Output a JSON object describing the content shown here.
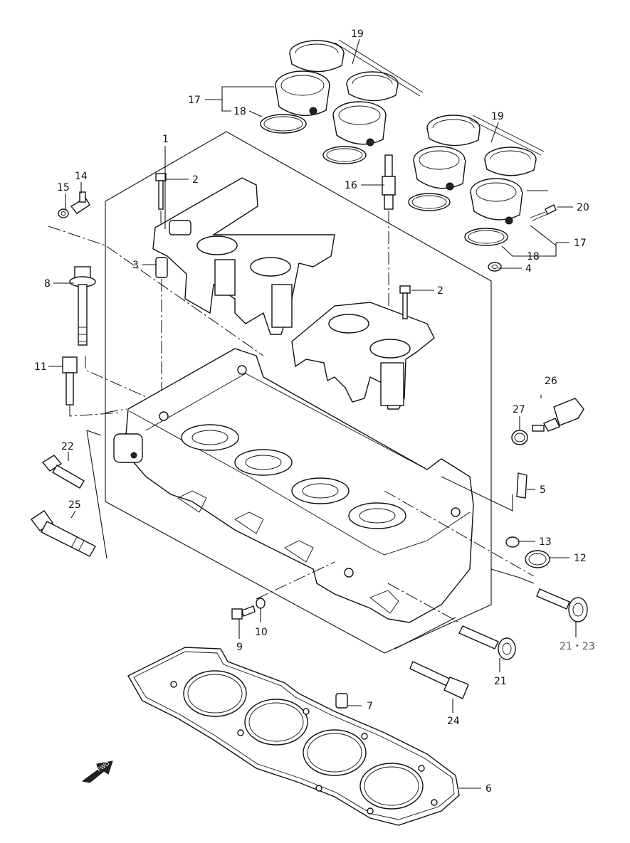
{
  "callouts": {
    "c1": "1",
    "c2a": "2",
    "c2b": "2",
    "c3": "3",
    "c4": "4",
    "c5": "5",
    "c6": "6",
    "c7": "7",
    "c8": "8",
    "c9": "9",
    "c10": "10",
    "c11": "11",
    "c12": "12",
    "c13": "13",
    "c14": "14",
    "c15": "15",
    "c16": "16",
    "c17a": "17",
    "c17b": "17",
    "c18a": "18",
    "c18b": "18",
    "c19a": "19",
    "c19b": "19",
    "c20": "20",
    "c21": "21",
    "c21_23": "21・23",
    "c22": "22",
    "c24": "24",
    "c25": "25",
    "c26": "26",
    "c27": "27"
  },
  "fwd_label": "FWD",
  "colors": {
    "ink": "#111111",
    "fill": "#ffffff",
    "shade": "#e9e9e9"
  },
  "icons": {
    "direction": "fwd-arrow-icon"
  }
}
